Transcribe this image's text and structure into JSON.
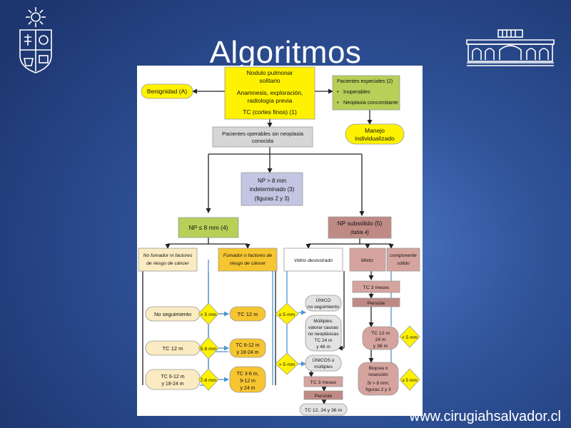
{
  "slide": {
    "title": "Algoritmos",
    "footer_url": "www.cirugiahsalvador.cl"
  },
  "flowchart": {
    "nodule": [
      "Nodulo pulmonar",
      "solitario",
      "Anamnesis, exploración,",
      "radiología previa",
      "TC (cortes finos) (1)"
    ],
    "benign": "Benignidad (A)",
    "special_title": "Pacientes especiales (2)",
    "special_items": [
      "Inoperables",
      "Neoplasia concomitante"
    ],
    "individual": [
      "Manejo",
      "individualizado"
    ],
    "operable": [
      "Pacientes operables sin neoplasia",
      "conocida"
    ],
    "np8": [
      "NP > 8 mm",
      "indeterminado (3)",
      "(figuras 2 y 3)"
    ],
    "np_small": "NP ≤ 8 mm (4)",
    "np_subsolid": [
      "NP subsólido (5)",
      "(tabla 4)"
    ],
    "nonsmoker": [
      "No fumador ni factores",
      "de riesgo de cáncer"
    ],
    "smoker": [
      "Fumador o factores de",
      "riesgo de cáncer"
    ],
    "glass": "Vidrio deslustrado",
    "mixed": "Mixto:",
    "solid_comp": [
      "componente",
      "sólido"
    ],
    "no_follow": "No seguimiento",
    "lt5": "< 5 mm",
    "tc12": "TC 12 m",
    "r58": "5-8 mm",
    "tc612": "TC 6-12 m",
    "tc612_1824": [
      "TC 6-12 m",
      "y 18-24 m"
    ],
    "r78": "7-8 mm",
    "tc36": [
      "TC 3-6 m,",
      "9-12 m",
      "y 24 m"
    ],
    "le5": "≤ 5 mm",
    "gt5": "> 5 mm",
    "unico": [
      "ÚNICO",
      "no seguimiento"
    ],
    "multiples": [
      "Múltiples:",
      "valorar causas",
      "no neoplásicas",
      "TC 24 m",
      "y 48 m"
    ],
    "unicos_mult": [
      "ÚNICOS o",
      "múltiples"
    ],
    "tc3": "TC 3 meses",
    "persiste": "Persiste",
    "tc_12_24_36": "TC 12, 24 y 36 m",
    "tc3_b": "TC 3 meses",
    "persiste_b": "Persiste",
    "tc12_24_36": [
      "TC 12 m",
      "24 m",
      "y 36 m"
    ],
    "lt5b": "< 5 mm",
    "ge5": "≥ 5 mm",
    "biopsy": [
      "Biopsia o",
      "resección",
      "Si > 8 mm,",
      "figuras 2 y 3"
    ]
  },
  "colors": {
    "background": "#2f5298",
    "nodule_yellow": "#fff200",
    "special_green": "#b8cf58",
    "gray_box": "#d6d6d6",
    "lilac_box": "#c3c5e2",
    "rose_box": "#d6a49e",
    "rose_dark": "#c08a84",
    "cream_box": "#faebc2",
    "gold_box": "#f6c531",
    "diamond_yellow": "#fff200",
    "light_gray": "#e3e3e3",
    "blue_arrow": "#4b94d2"
  },
  "icons": {
    "logo_left": "university-crest-icon",
    "logo_right": "hospital-building-icon"
  }
}
